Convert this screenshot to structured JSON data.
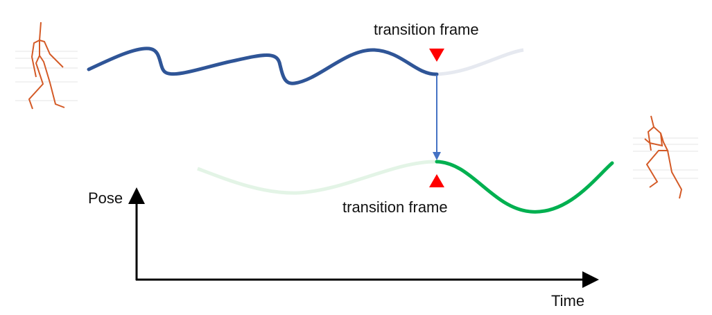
{
  "labels": {
    "transition_top": "transition frame",
    "transition_bottom": "transition frame",
    "y_axis": "Pose",
    "x_axis": "Time"
  },
  "colors": {
    "source_motion": "#2f5597",
    "source_faded": "#e6e9f0",
    "target_motion": "#00b050",
    "target_faded": "#e3f4e6",
    "marker": "#ff0000",
    "link_arrow": "#4472c4",
    "skeleton": "#d45a26"
  }
}
